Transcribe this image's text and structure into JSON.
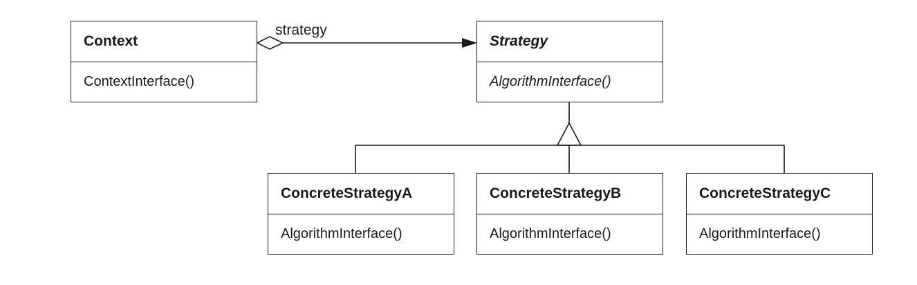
{
  "classes": {
    "context": {
      "name": "Context",
      "operation": "ContextInterface()"
    },
    "strategy": {
      "name": "Strategy",
      "operation": "AlgorithmInterface()",
      "abstract": true
    },
    "concrete_a": {
      "name": "ConcreteStrategyA",
      "operation": "AlgorithmInterface()"
    },
    "concrete_b": {
      "name": "ConcreteStrategyB",
      "operation": "AlgorithmInterface()"
    },
    "concrete_c": {
      "name": "ConcreteStrategyC",
      "operation": "AlgorithmInterface()"
    }
  },
  "relations": {
    "aggregation": {
      "from": "Context",
      "to": "Strategy",
      "label": "strategy"
    },
    "inheritance": {
      "parent": "Strategy",
      "children": [
        "ConcreteStrategyA",
        "ConcreteStrategyB",
        "ConcreteStrategyC"
      ]
    }
  }
}
